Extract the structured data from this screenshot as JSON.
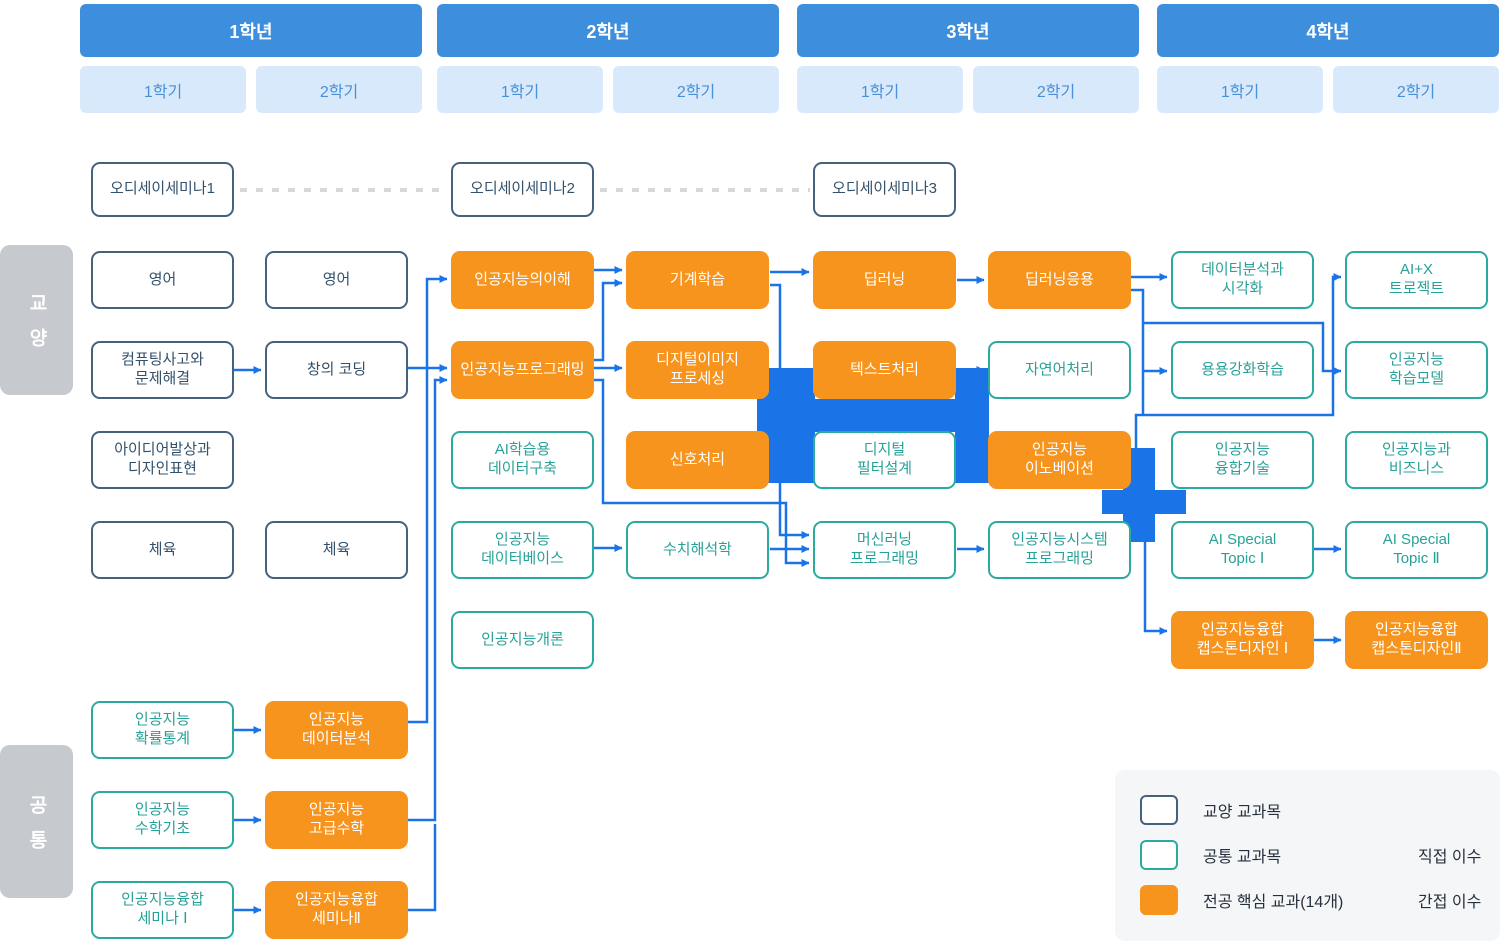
{
  "palette": {
    "year_header_bg": "#3e8ede",
    "semester_bg": "#d7e9fb",
    "semester_text": "#4a90d8",
    "general_border": "#45617e",
    "common_border": "#2bab9e",
    "core_fill": "#f7941e",
    "arrow_blue": "#1a74e8",
    "dashed_gray": "#d6d9dc",
    "side_label_bg": "#c6c9cd",
    "legend_bg": "#f5f6f8"
  },
  "years": [
    {
      "label": "1학년",
      "semesters": [
        "1학기",
        "2학기"
      ]
    },
    {
      "label": "2학년",
      "semesters": [
        "1학기",
        "2학기"
      ]
    },
    {
      "label": "3학년",
      "semesters": [
        "1학기",
        "2학기"
      ]
    },
    {
      "label": "4학년",
      "semesters": [
        "1학기",
        "2학기"
      ]
    }
  ],
  "side_labels": [
    {
      "id": "gyoyang",
      "text": "교양"
    },
    {
      "id": "gongtong",
      "text": "공통"
    }
  ],
  "courses": [
    {
      "id": "od1",
      "label": "오디세이세미나1",
      "type": "gen",
      "col": 0,
      "row": "od"
    },
    {
      "id": "y11-english",
      "label": "영어",
      "type": "gen",
      "col": 0,
      "row": "r1"
    },
    {
      "id": "y11-computing",
      "label": "컴퓨팅사고와\n문제해결",
      "type": "gen",
      "col": 0,
      "row": "r2"
    },
    {
      "id": "y11-idea",
      "label": "아이디어발상과\n디자인표현",
      "type": "gen",
      "col": 0,
      "row": "r3"
    },
    {
      "id": "y11-pe",
      "label": "체육",
      "type": "gen",
      "col": 0,
      "row": "r4"
    },
    {
      "id": "y11-prob",
      "label": "인공지능\n확률통계",
      "type": "common",
      "col": 0,
      "row": "r6"
    },
    {
      "id": "y11-mathbasic",
      "label": "인공지능\n수학기초",
      "type": "common",
      "col": 0,
      "row": "r7"
    },
    {
      "id": "y11-seminar1",
      "label": "인공지능융합\n세미나 Ⅰ",
      "type": "common",
      "col": 0,
      "row": "r8"
    },
    {
      "id": "y12-english",
      "label": "영어",
      "type": "gen",
      "col": 1,
      "row": "r1"
    },
    {
      "id": "y12-coding",
      "label": "창의 코딩",
      "type": "gen",
      "col": 1,
      "row": "r2"
    },
    {
      "id": "y12-pe",
      "label": "체육",
      "type": "gen",
      "col": 1,
      "row": "r4"
    },
    {
      "id": "y12-dataanalysis",
      "label": "인공지능\n데이터분석",
      "type": "core",
      "col": 1,
      "row": "r6"
    },
    {
      "id": "y12-advmath",
      "label": "인공지능\n고급수학",
      "type": "core",
      "col": 1,
      "row": "r7"
    },
    {
      "id": "y12-seminar2",
      "label": "인공지능융합\n세미나Ⅱ",
      "type": "core",
      "col": 1,
      "row": "r8"
    },
    {
      "id": "od2",
      "label": "오디세이세미나2",
      "type": "gen",
      "col": 2,
      "row": "od"
    },
    {
      "id": "y21-aiunderstand",
      "label": "인공지능의이해",
      "type": "core",
      "col": 2,
      "row": "r1"
    },
    {
      "id": "y21-aiprog",
      "label": "인공지능프로그래밍",
      "type": "core",
      "col": 2,
      "row": "r2"
    },
    {
      "id": "y21-aidata",
      "label": "AI학습용\n데이터구축",
      "type": "common",
      "col": 2,
      "row": "r3"
    },
    {
      "id": "y21-aidb",
      "label": "인공지능\n데이터베이스",
      "type": "common",
      "col": 2,
      "row": "r4"
    },
    {
      "id": "y21-aiintro",
      "label": "인공지능개론",
      "type": "common",
      "col": 2,
      "row": "r5"
    },
    {
      "id": "y22-ml",
      "label": "기계학습",
      "type": "core",
      "col": 3,
      "row": "r1"
    },
    {
      "id": "y22-dip",
      "label": "디지털이미지\n프로세싱",
      "type": "core",
      "col": 3,
      "row": "r2"
    },
    {
      "id": "y22-signal",
      "label": "신호처리",
      "type": "core",
      "col": 3,
      "row": "r3"
    },
    {
      "id": "y22-numeric",
      "label": "수치해석학",
      "type": "common",
      "col": 3,
      "row": "r4"
    },
    {
      "id": "od3",
      "label": "오디세이세미나3",
      "type": "gen",
      "col": 4,
      "row": "od"
    },
    {
      "id": "y31-dl",
      "label": "딥러닝",
      "type": "core",
      "col": 4,
      "row": "r1"
    },
    {
      "id": "y31-text",
      "label": "텍스트처리",
      "type": "core",
      "col": 4,
      "row": "r2"
    },
    {
      "id": "y31-filter",
      "label": "디지털\n필터설계",
      "type": "common",
      "col": 4,
      "row": "r3"
    },
    {
      "id": "y31-mlprog",
      "label": "머신러닝\n프로그래밍",
      "type": "common",
      "col": 4,
      "row": "r4"
    },
    {
      "id": "y32-dlapp",
      "label": "딥러닝응용",
      "type": "core",
      "col": 5,
      "row": "r1"
    },
    {
      "id": "y32-nlp",
      "label": "자연어처리",
      "type": "common",
      "col": 5,
      "row": "r2"
    },
    {
      "id": "y32-innovation",
      "label": "인공지능\n이노베이션",
      "type": "core",
      "col": 5,
      "row": "r3"
    },
    {
      "id": "y32-aisys",
      "label": "인공지능시스템\n프로그래밍",
      "type": "common",
      "col": 5,
      "row": "r4"
    },
    {
      "id": "y41-dataviz",
      "label": "데이터분석과\n시각화",
      "type": "common",
      "col": 6,
      "row": "r1"
    },
    {
      "id": "y41-rl",
      "label": "용용강화학습",
      "type": "common",
      "col": 6,
      "row": "r2"
    },
    {
      "id": "y41-fusion",
      "label": "인공지능\n융합기술",
      "type": "common",
      "col": 6,
      "row": "r3"
    },
    {
      "id": "y41-topic1",
      "label": "AI Special\nTopic Ⅰ",
      "type": "common",
      "col": 6,
      "row": "r4"
    },
    {
      "id": "y41-capstone1",
      "label": "인공지능융합\n캡스톤디자인 Ⅰ",
      "type": "core",
      "col": 6,
      "row": "r5"
    },
    {
      "id": "y42-aix",
      "label": "AI+X\n트로젝트",
      "type": "common",
      "col": 7,
      "row": "r1"
    },
    {
      "id": "y42-model",
      "label": "인공지능\n학습모델",
      "type": "common",
      "col": 7,
      "row": "r2"
    },
    {
      "id": "y42-biz",
      "label": "인공지능과\n비즈니스",
      "type": "common",
      "col": 7,
      "row": "r3"
    },
    {
      "id": "y42-topic2",
      "label": "AI Special\nTopic Ⅱ",
      "type": "common",
      "col": 7,
      "row": "r4"
    },
    {
      "id": "y42-capstone2",
      "label": "인공지능융합\n캡스톤디자인Ⅱ",
      "type": "core",
      "col": 7,
      "row": "r5"
    }
  ],
  "connections": {
    "direct": [
      [
        "y11-computing",
        "y12-coding"
      ],
      [
        "y12-coding",
        "y21-aiprog"
      ],
      [
        "y12-dataanalysis",
        "y21-aiunderstand"
      ],
      [
        "y12-advmath",
        "y21-aiprog"
      ],
      [
        "y12-seminar2",
        "y21-aiprog"
      ],
      [
        "y11-prob",
        "y12-dataanalysis"
      ],
      [
        "y11-mathbasic",
        "y12-advmath"
      ],
      [
        "y11-seminar1",
        "y12-seminar2"
      ],
      [
        "y21-aiunderstand",
        "y22-ml"
      ],
      [
        "y21-aiprog",
        "y22-ml"
      ],
      [
        "y21-aiprog",
        "y22-dip"
      ],
      [
        "y21-aiprog",
        "y31-mlprog"
      ],
      [
        "y22-ml",
        "y31-dl"
      ],
      [
        "y22-ml",
        "y31-mlprog"
      ],
      [
        "y21-aidb",
        "y22-numeric"
      ],
      [
        "y22-numeric",
        "y31-mlprog"
      ],
      [
        "y31-dl",
        "y32-dlapp"
      ],
      [
        "y31-text",
        "y32-nlp"
      ],
      [
        "y31-mlprog",
        "y32-aisys"
      ],
      [
        "y32-dlapp",
        "y41-dataviz"
      ],
      [
        "y32-dlapp",
        "y41-rl"
      ],
      [
        "y32-dlapp",
        "y42-model"
      ],
      [
        "y32-innovation",
        "y42-aix"
      ],
      [
        "y32-innovation",
        "y41-capstone1"
      ],
      [
        "y41-topic1",
        "y42-topic2"
      ],
      [
        "y41-capstone1",
        "y42-capstone2"
      ]
    ],
    "indirect": [
      [
        "od1",
        "od2"
      ],
      [
        "od2",
        "od3"
      ]
    ]
  },
  "legend": {
    "items": [
      {
        "type": "gen",
        "label": "교양 교과목"
      },
      {
        "type": "common",
        "label": "공통 교과목"
      },
      {
        "type": "core",
        "label": "전공 핵심 교과(14개)"
      }
    ],
    "flows": [
      {
        "style": "solid",
        "label": "직접 이수"
      },
      {
        "style": "dashed",
        "label": "간접 이수"
      }
    ]
  }
}
